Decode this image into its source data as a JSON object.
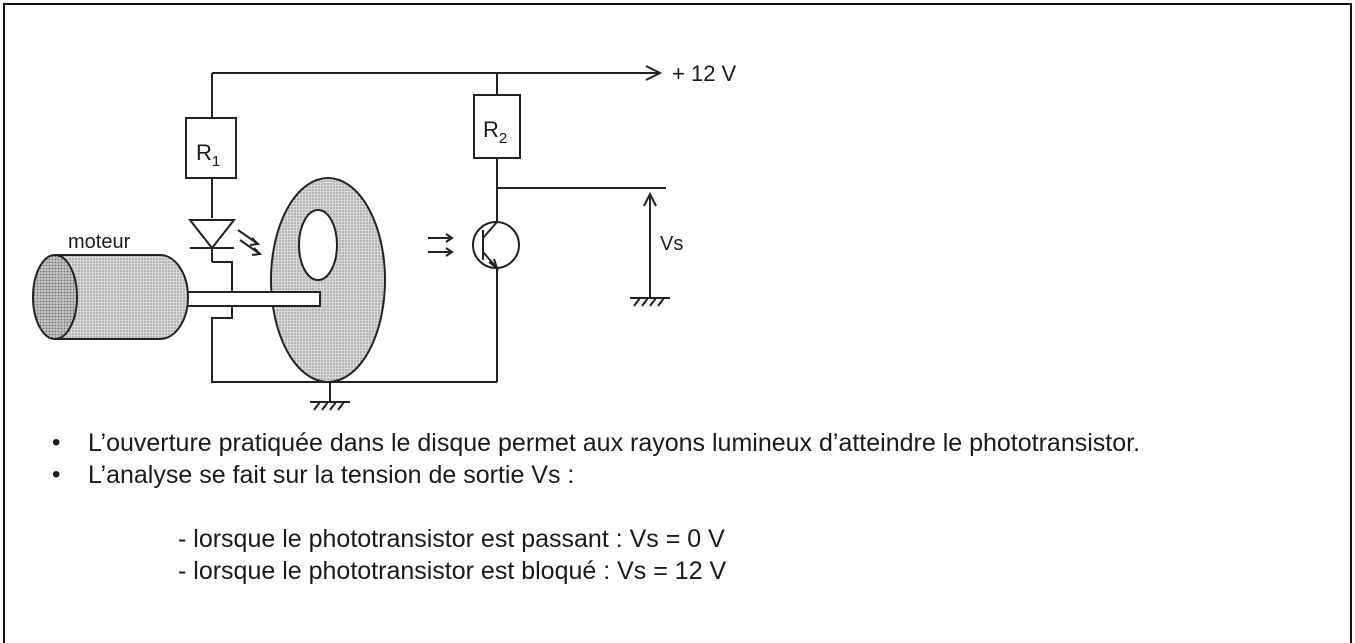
{
  "diagram": {
    "supply_label": "+ 12 V",
    "r1_label": "R",
    "r1_sub": "1",
    "r2_label": "R",
    "r2_sub": "2",
    "motor_label": "moteur",
    "output_label": "Vs"
  },
  "text": {
    "bullet1": "L’ouverture pratiquée dans le disque permet aux rayons lumineux d’atteindre le phototransistor.",
    "bullet2": "L’analyse se fait sur la tension de sortie Vs :",
    "sub1": "- lorsque le phototransistor est passant : Vs = 0 V",
    "sub2": "- lorsque le phototransistor est bloqué : Vs = 12 V"
  },
  "icons": {
    "bullet": "•"
  }
}
